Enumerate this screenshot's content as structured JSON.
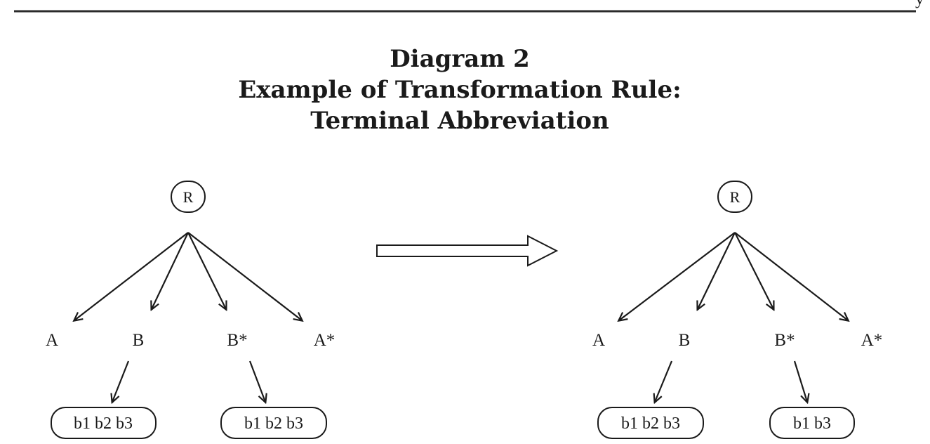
{
  "figure": {
    "title_lines": [
      "Diagram 2",
      "Example of Transformation Rule:",
      "Terminal Abbreviation"
    ],
    "corner_glyph": "y"
  },
  "left_tree": {
    "root": "R",
    "children": [
      "A",
      "B",
      "B*",
      "A*"
    ],
    "leaf_boxes": [
      "b1 b2 b3",
      "b1 b2 b3"
    ]
  },
  "right_tree": {
    "root": "R",
    "children": [
      "A",
      "B",
      "B*",
      "A*"
    ],
    "leaf_boxes": [
      "b1 b2 b3",
      "b1 b3"
    ]
  },
  "transform_arrow": {
    "icon": "hollow-right-arrow-icon"
  },
  "colors": {
    "ink": "#1a1a1a",
    "rule": "#2b2b2b",
    "background": "#ffffff"
  }
}
